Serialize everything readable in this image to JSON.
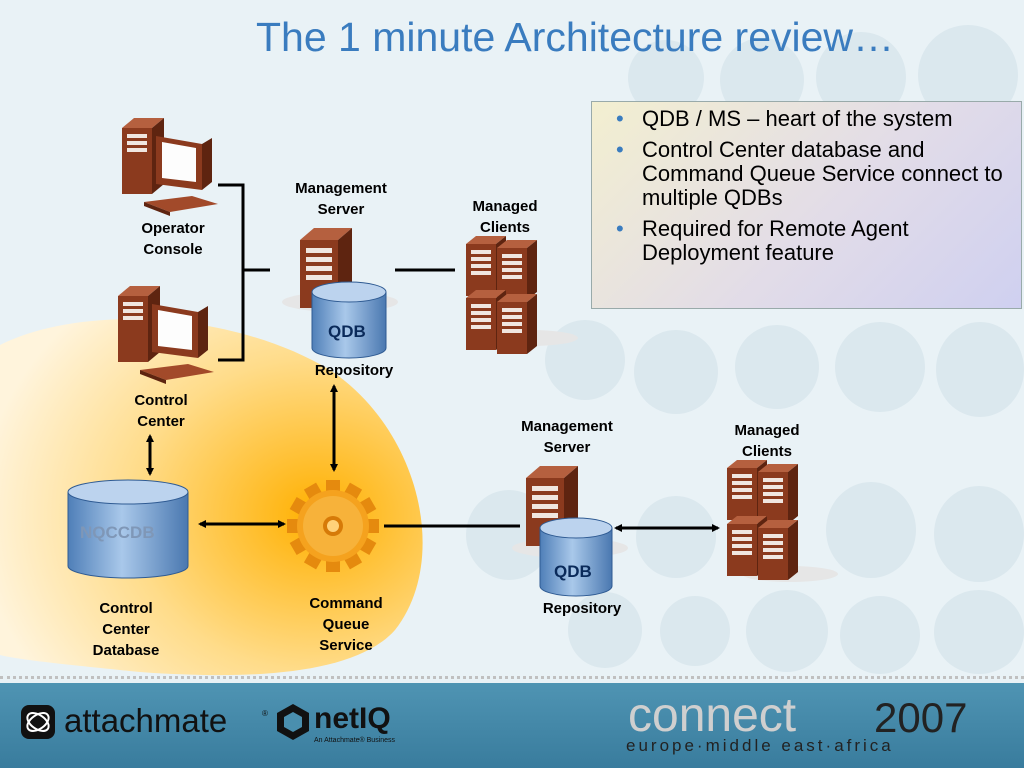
{
  "title": "The 1 minute Architecture review…",
  "bullets": [
    "QDB / MS – heart of the system",
    "Control Center database and Command Queue Service connect to multiple QDBs",
    "Required for Remote Agent Deployment feature"
  ],
  "labels": {
    "operator_console": [
      "Operator",
      "Console"
    ],
    "control_center": [
      "Control",
      "Center"
    ],
    "mgmt_server_1": [
      "Management",
      "Server"
    ],
    "managed_clients_1": [
      "Managed",
      "Clients"
    ],
    "qdb_1": "QDB",
    "repository_1": "Repository",
    "mgmt_server_2": [
      "Management",
      "Server"
    ],
    "managed_clients_2": [
      "Managed",
      "Clients"
    ],
    "qdb_2": "QDB",
    "repository_2": "Repository",
    "nqccdb": "NQCCDB",
    "cc_database": [
      "Control",
      "Center",
      "Database"
    ],
    "cqs": [
      "Command",
      "Queue",
      "Service"
    ]
  },
  "footer": {
    "attachmate": "attachmate",
    "attachmate_tm": "®",
    "netiq": "netIQ",
    "netiq_sub": "An Attachmate® Business",
    "connect": "connect",
    "year": "2007",
    "region": "europe·middle east·africa"
  },
  "colors": {
    "title": "#3a7cbf",
    "server_brown": "#8b3a1e",
    "cylinder_blue": "#6f9ed1",
    "footer_blue": "#4a8fae",
    "gear_orange": "#f5a21e"
  }
}
